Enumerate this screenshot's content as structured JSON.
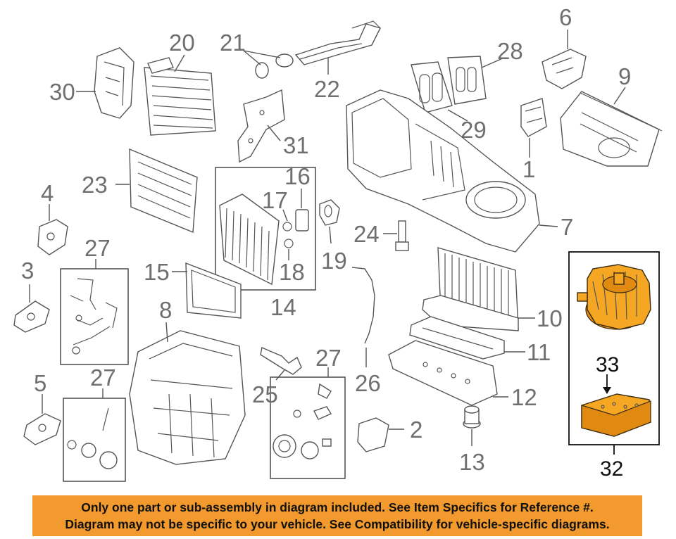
{
  "callouts": {
    "c1": "1",
    "c2": "2",
    "c3": "3",
    "c4": "4",
    "c5": "5",
    "c6": "6",
    "c7": "7",
    "c8": "8",
    "c9": "9",
    "c10": "10",
    "c11": "11",
    "c12": "12",
    "c13": "13",
    "c14": "14",
    "c15": "15",
    "c16": "16",
    "c17": "17",
    "c18": "18",
    "c19": "19",
    "c20": "20",
    "c21": "21",
    "c22": "22",
    "c23": "23",
    "c24": "24",
    "c25": "25",
    "c26": "26",
    "c27a": "27",
    "c27b": "27",
    "c27c": "27",
    "c28": "28",
    "c29": "29",
    "c30": "30",
    "c31": "31",
    "c32": "32",
    "c33": "33"
  },
  "banner": {
    "line1": "Only one part or sub-assembly in diagram included. See Item Specifics for Reference #.",
    "line2": "Diagram may not be specific to your vehicle. See Compatibility for vehicle-specific diagrams."
  },
  "colors": {
    "banner_bg": "#f29a2e",
    "highlight_part": "#f5a623",
    "line_art": "#555555"
  }
}
